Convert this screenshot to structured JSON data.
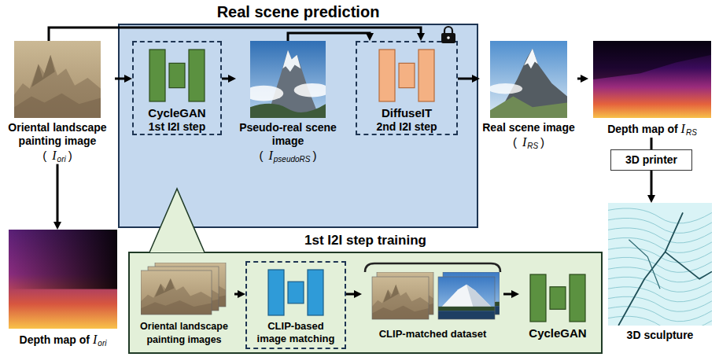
{
  "diagram": {
    "nodes": [
      {
        "text": [
          "Oriental landscape painting image",
          "(",
          "I",
          "ori",
          ")"
        ]
      },
      {
        "text": [
          "Real scene prediction"
        ]
      },
      {
        "text": [
          "CycleGAN",
          "1st I2I step"
        ],
        "in": 1
      },
      {
        "text": [
          "Pseudo-real scene image",
          "(",
          "I",
          "pseudoRS",
          ")"
        ],
        "in": 1
      },
      {
        "text": [
          "DiffuseIT",
          "2nd I2I step"
        ],
        "in": 1
      },
      {
        "text": [
          "Real scene image",
          "(",
          "I",
          "RS",
          ")"
        ]
      },
      {
        "text": [
          "Depth map of",
          "I",
          "RS"
        ]
      },
      {
        "text": [
          "3D printer"
        ]
      },
      {
        "text": [
          "3D sculpture"
        ]
      },
      {
        "text": [
          "Depth map of",
          "I",
          "ori"
        ]
      },
      {
        "text": [
          "1st I2I step training"
        ]
      },
      {
        "text": [
          "Oriental landscape painting images"
        ],
        "in": 10
      },
      {
        "text": [
          "CLIP-based image matching"
        ],
        "in": 10
      },
      {
        "text": [
          "CLIP-matched dataset"
        ],
        "in": 10
      },
      {
        "text": [
          "CycleGAN"
        ],
        "in": 10
      }
    ],
    "edges": [
      {
        "from": 0,
        "to": 2,
        "arrow": "to"
      },
      {
        "from": 2,
        "to": 3,
        "arrow": "to"
      },
      {
        "from": 0,
        "to": 4,
        "arrow": "to"
      },
      {
        "from": 3,
        "to": 4,
        "arrow": "to"
      },
      {
        "from": 4,
        "to": 5,
        "arrow": "to"
      },
      {
        "from": 5,
        "to": 6,
        "arrow": "to"
      },
      {
        "from": 6,
        "to": 7,
        "arrow": "none"
      },
      {
        "from": 7,
        "to": 8,
        "arrow": "to"
      },
      {
        "from": 0,
        "to": 9,
        "arrow": "to"
      },
      {
        "from": 11,
        "to": 12,
        "arrow": "to"
      },
      {
        "from": 12,
        "to": 13,
        "arrow": "to"
      },
      {
        "from": 13,
        "to": 14,
        "arrow": "to"
      }
    ]
  }
}
